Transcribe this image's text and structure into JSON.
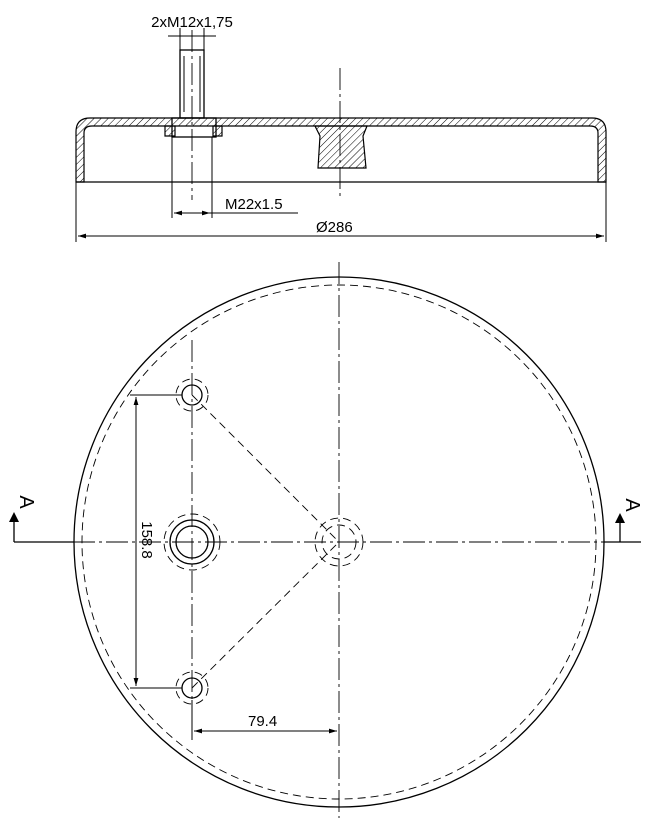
{
  "drawing": {
    "thread_small_label": "2xM12x1,75",
    "thread_large_label": "M22x1.5",
    "diameter_label": "Ø286",
    "vertical_dim_label": "158.8",
    "horizontal_dim_label": "79.4",
    "section_left_label": "A",
    "section_right_label": "A"
  }
}
